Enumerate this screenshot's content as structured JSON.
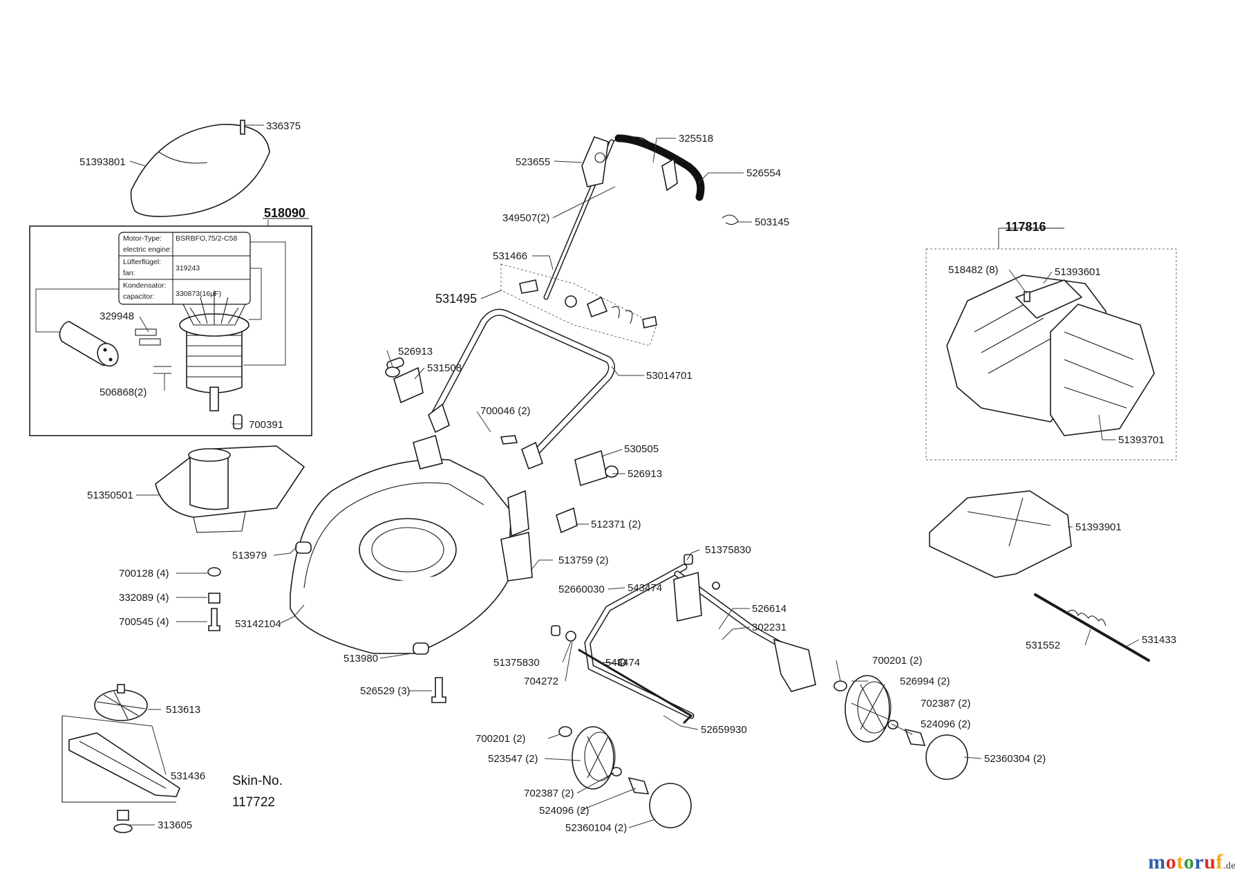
{
  "header": {
    "groups": {
      "motor": "518090",
      "grassbag": "117816",
      "handle_callout": "531495"
    },
    "skin_label": "Skin-No.",
    "skin_number": "117722"
  },
  "motor_info": {
    "rows": [
      {
        "label_de": "Motor-Type:",
        "label_en": "electric engine:",
        "value": "BSRBFO,75/2-C58"
      },
      {
        "label_de": "Lüfterflügel:",
        "label_en": "fan:",
        "value": "319243"
      },
      {
        "label_de": "Kondensator:",
        "label_en": "capacitor:",
        "value": "330873(16µF)"
      }
    ]
  },
  "parts": [
    "336375",
    "51393801",
    "329948",
    "506868(2)",
    "700391",
    "51350501",
    "513979",
    "700128 (4)",
    "332089 (4)",
    "700545 (4)",
    "53142104",
    "513980",
    "526529 (3)",
    "513613",
    "531436",
    "313605",
    "523655",
    "325518",
    "526554",
    "349507(2)",
    "503145",
    "531466",
    "526913",
    "531508",
    "53014701",
    "700046 (2)",
    "530505",
    "526913",
    "512371 (2)",
    "513759 (2)",
    "51375830",
    "52660030",
    "543474",
    "526614",
    "302231",
    "51375830",
    "704272",
    "543474",
    "52659930",
    "700201 (2)",
    "523547 (2)",
    "702387 (2)",
    "524096 (2)",
    "52360104 (2)",
    "700201 (2)",
    "526994 (2)",
    "702387 (2)",
    "524096 (2)",
    "52360304 (2)",
    "518482 (8)",
    "51393601",
    "51393701",
    "51393901",
    "531552",
    "531433"
  ],
  "watermark": {
    "text_main": "motoruf",
    "text_suffix": ".de",
    "colors": [
      "#2f5fa8",
      "#d9322a",
      "#f2a81d",
      "#3a9a3a"
    ]
  }
}
